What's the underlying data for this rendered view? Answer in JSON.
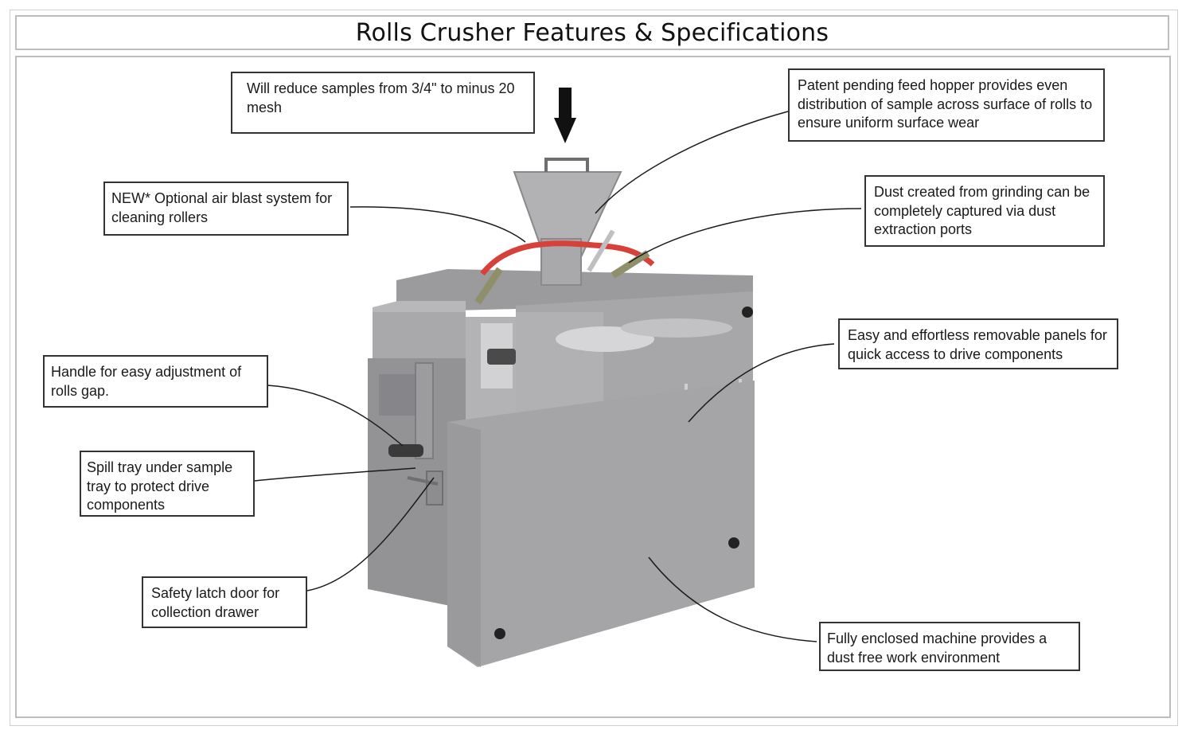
{
  "title": "Rolls Crusher Features & Specifications",
  "colors": {
    "machine_body": "#a3a3a5",
    "machine_dark": "#8c8c8e",
    "machine_light": "#b4b4b6",
    "air_hose": "#d8413a",
    "callout_border": "#333333",
    "frame_border": "#bdbdbd"
  },
  "callouts": {
    "reduce": "Will reduce samples from 3/4\" to minus 20 mesh",
    "hopper": "Patent pending feed hopper provides even distribution of sample across surface of rolls to ensure uniform surface wear",
    "air_blast": "NEW* Optional air blast system for cleaning rollers",
    "dust": "Dust created from grinding can be completely captured via dust extraction ports",
    "panels": "Easy and effortless removable panels for quick access to drive components",
    "handle": "Handle for easy adjustment of rolls gap.",
    "spill": "Spill tray under sample tray to protect drive components",
    "latch": "Safety latch door for collection drawer",
    "enclosed": "Fully enclosed machine provides a dust free work environment"
  },
  "icons": {
    "feed_arrow": "down-arrow-icon"
  }
}
